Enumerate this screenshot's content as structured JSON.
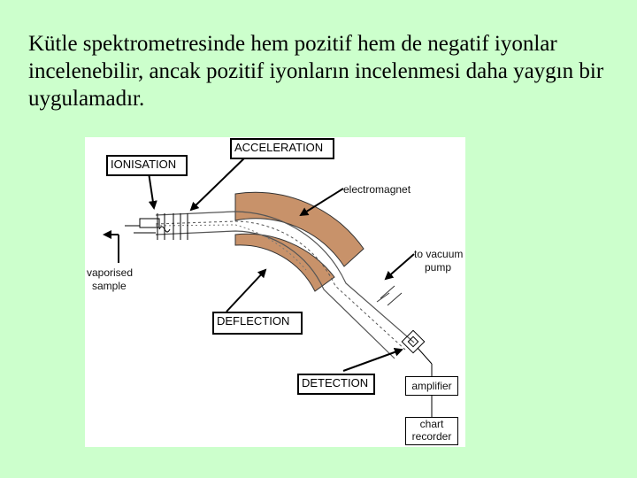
{
  "caption": "Kütle spektrometresinde hem pozitif hem de negatif iyonlar incelenebilir, ancak pozitif iyonların incelenmesi daha yaygın bir uygulamadır.",
  "diagram": {
    "acceleration": "ACCELERATION",
    "ionisation": "IONISATION",
    "electromagnet": "electromagnet",
    "vacuum_line1": "to vacuum",
    "vacuum_line2": "pump",
    "sample_line1": "vaporised",
    "sample_line2": "sample",
    "deflection": "DEFLECTION",
    "detection": "DETECTION",
    "amplifier": "amplifier",
    "chart_line1": "chart",
    "chart_line2": "recorder"
  },
  "colors": {
    "background": "#ccffcc",
    "magnet": "#c8926a",
    "panel": "#ffffff"
  }
}
